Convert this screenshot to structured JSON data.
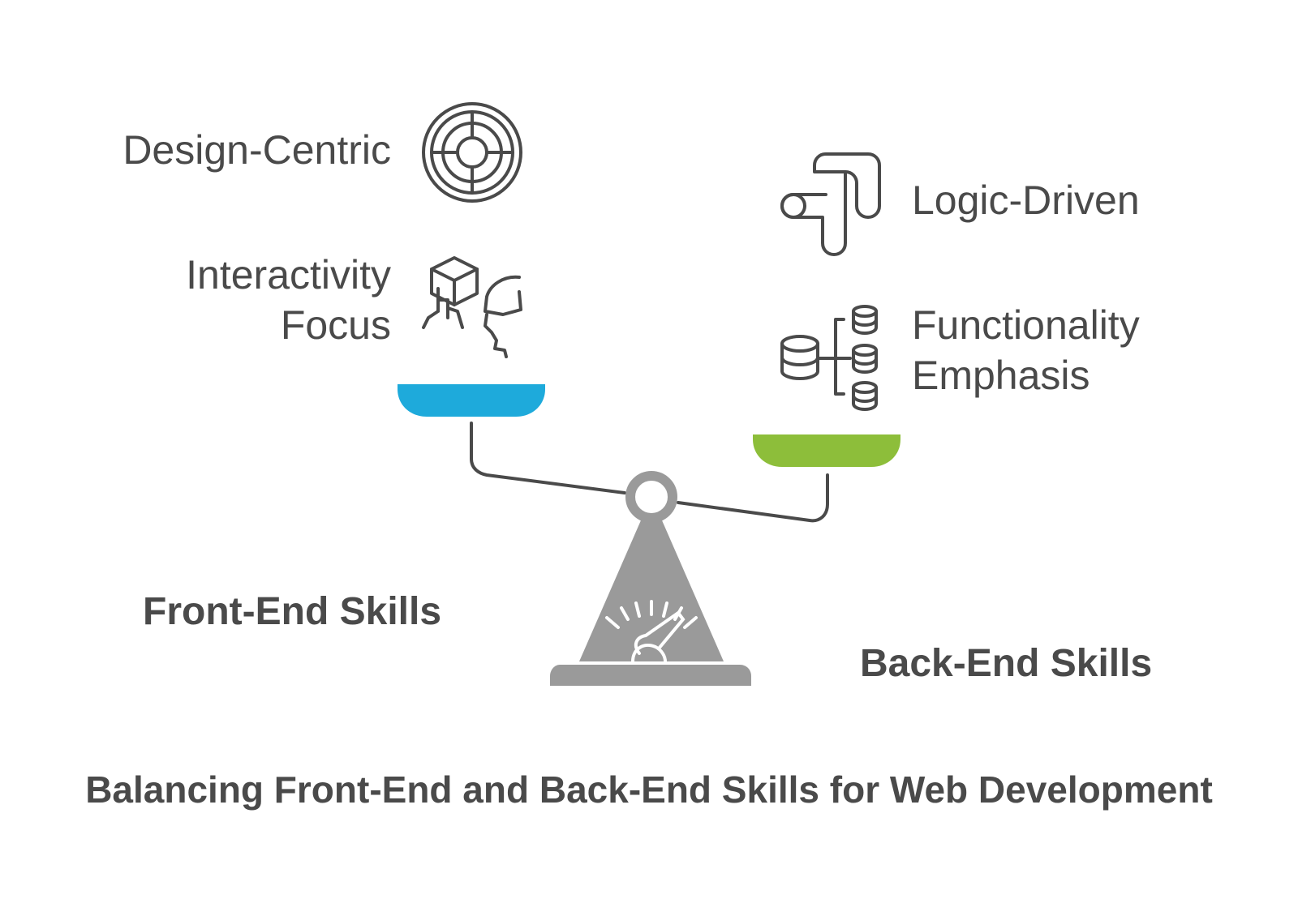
{
  "title": "Balancing Front-End and Back-End Skills for Web Development",
  "left_side": {
    "heading": "Front-End Skills",
    "color": "#1EAADB",
    "items": [
      {
        "label_lines": [
          "Design-Centric"
        ],
        "icon": "target-maze-icon"
      },
      {
        "label_lines": [
          "Interactivity",
          "Focus"
        ],
        "icon": "touch-cube-icon"
      }
    ]
  },
  "right_side": {
    "heading": "Back-End Skills",
    "color": "#8DBE3A",
    "items": [
      {
        "label_lines": [
          "Logic-Driven"
        ],
        "icon": "logic-flow-icon"
      },
      {
        "label_lines": [
          "Functionality",
          "Emphasis"
        ],
        "icon": "database-tree-icon"
      }
    ]
  },
  "colors": {
    "text": "#4a4a4a",
    "scale_gray": "#9a9a9a",
    "beam": "#4a4a4a"
  }
}
